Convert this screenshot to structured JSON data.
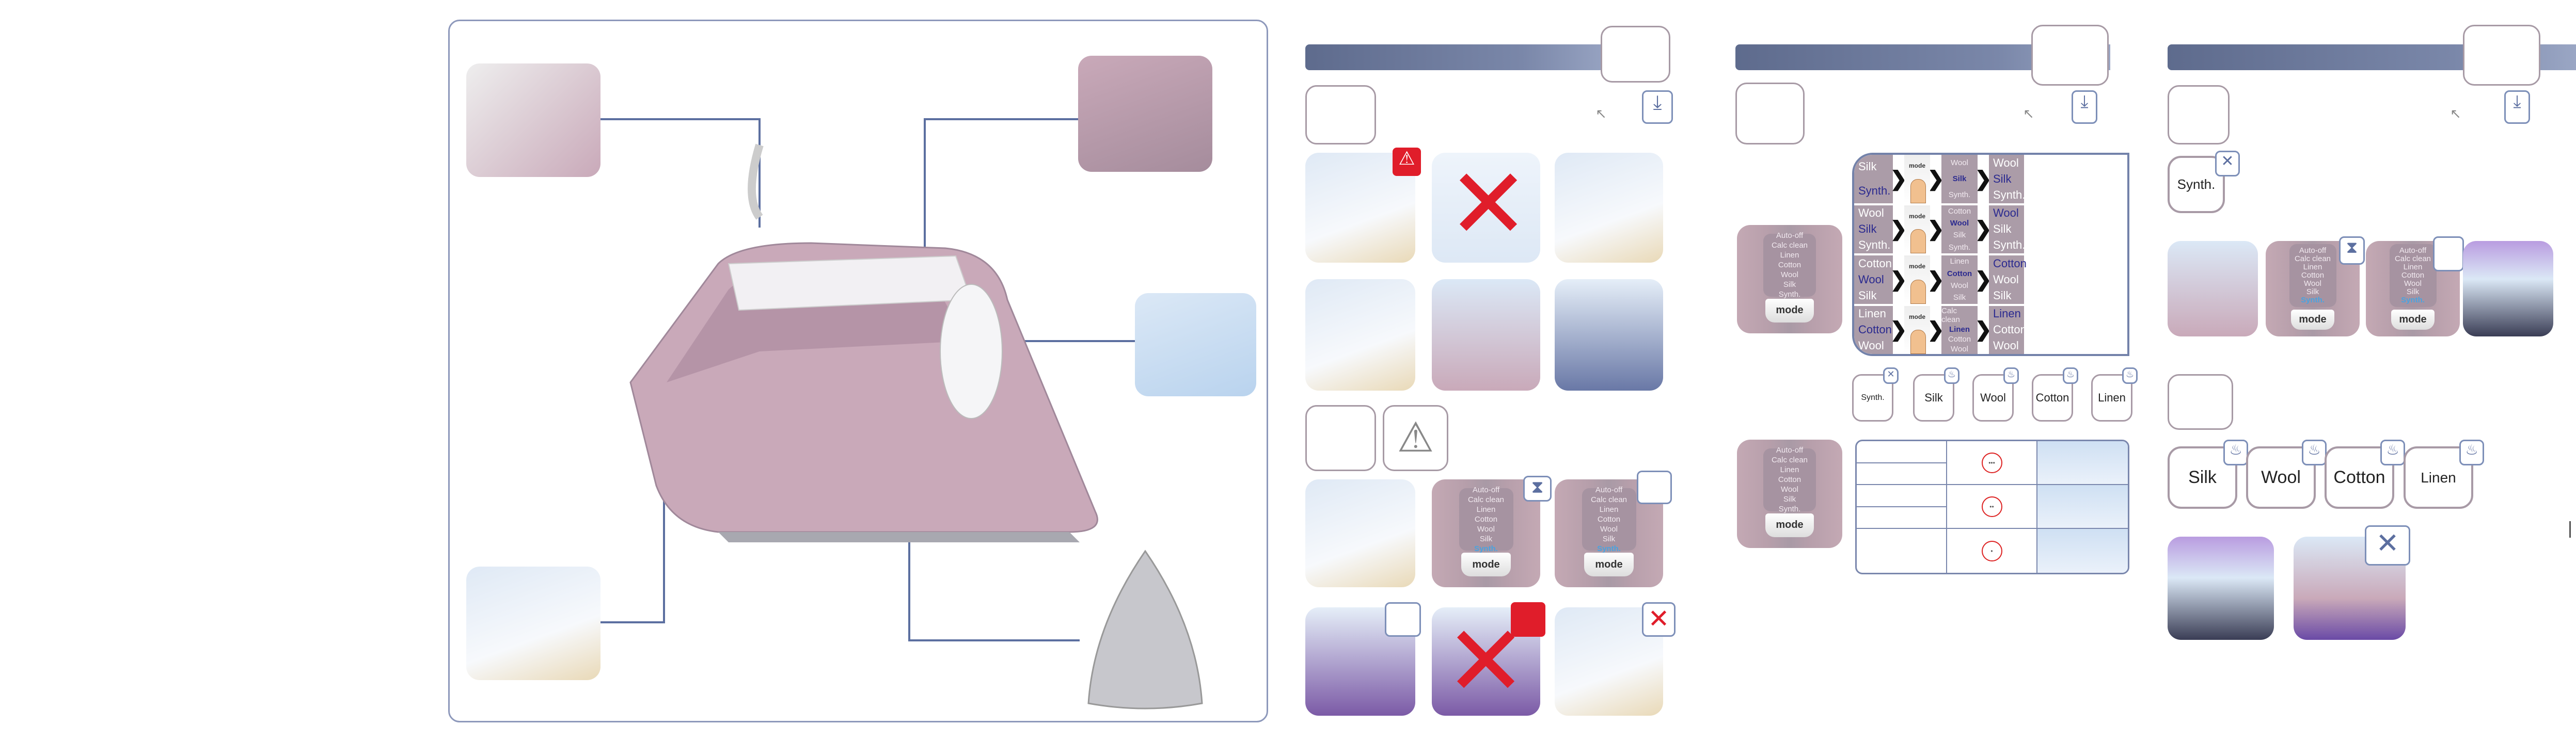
{
  "display_panel": {
    "labels": [
      "Auto-off",
      "Calc clean",
      "Linen",
      "Cotton",
      "Wool",
      "Silk",
      "Synth."
    ],
    "mode_label": "mode"
  },
  "mode_sequence": {
    "button_label": "mode",
    "rows": [
      {
        "before": {
          "labels": [
            "Silk",
            "Synth."
          ],
          "active": 1
        },
        "blink": {
          "labels": [
            "Wool",
            "Silk",
            "Synth."
          ],
          "active": 1
        },
        "result": {
          "labels": [
            "Wool",
            "Silk",
            "Synth."
          ],
          "active": 1
        }
      },
      {
        "before": {
          "labels": [
            "Wool",
            "Silk",
            "Synth."
          ],
          "active": 1
        },
        "blink": {
          "labels": [
            "Cotton",
            "Wool",
            "Silk",
            "Synth."
          ],
          "active": 1
        },
        "result": {
          "labels": [
            "Wool",
            "Silk",
            "Synth."
          ],
          "active": 0
        }
      },
      {
        "before": {
          "labels": [
            "Cotton",
            "Wool",
            "Silk"
          ],
          "active": 1
        },
        "blink": {
          "labels": [
            "Linen",
            "Cotton",
            "Wool",
            "Silk"
          ],
          "active": 1
        },
        "result": {
          "labels": [
            "Cotton",
            "Wool",
            "Silk"
          ],
          "active": 0
        }
      },
      {
        "before": {
          "labels": [
            "Linen",
            "Cotton",
            "Wool"
          ],
          "active": 1
        },
        "blink": {
          "labels": [
            "Calc clean",
            "Linen",
            "Cotton",
            "Wool"
          ],
          "active": 1
        },
        "result": {
          "labels": [
            "Linen",
            "Cotton",
            "Wool"
          ],
          "active": 0
        }
      }
    ]
  },
  "fabric_settings": [
    "Synth.",
    "Silk",
    "Wool",
    "Cotton",
    "Linen"
  ],
  "steam_fabrics": [
    "Silk",
    "Wool",
    "Cotton",
    "Linen"
  ],
  "no_steam_fabric": "Synth.",
  "care_table": {
    "dots": [
      "•••",
      "••",
      "•"
    ]
  },
  "colors": {
    "accent": "#7382aa",
    "header": "#5e6b8d",
    "iron": "#b99aab",
    "warning": "#e01d2a",
    "active_text": "#2b2a8f"
  }
}
